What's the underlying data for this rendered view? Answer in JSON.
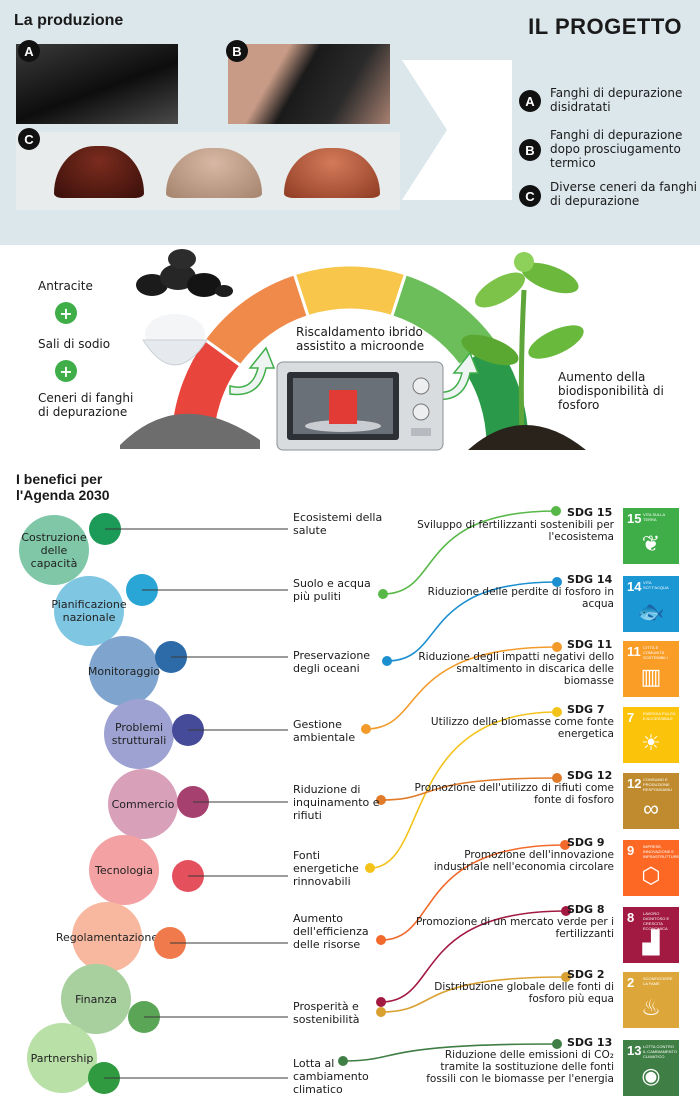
{
  "header": {
    "production_title": "La produzione",
    "project_title": "IL PROGETTO"
  },
  "photos": [
    {
      "badge": "A"
    },
    {
      "badge": "B"
    },
    {
      "badge": "C"
    }
  ],
  "legend": [
    {
      "badge": "A",
      "text": "Fanghi di depurazione disidratati"
    },
    {
      "badge": "B",
      "text": "Fanghi di depurazione dopo prosciugamento termico"
    },
    {
      "badge": "C",
      "text": "Diverse ceneri da fanghi di depurazione"
    }
  ],
  "process": {
    "ingredients": [
      "Antracite",
      "Sali di sodio",
      "Ceneri di fanghi di depurazione"
    ],
    "plus_symbol": "+",
    "heating": "Riscaldamento ibrido assistito a microonde",
    "result": "Aumento della biodisponibilità di fosforo",
    "arc_colors": [
      "#e8453c",
      "#f08a4b",
      "#f7c64a",
      "#6cbe5a",
      "#2a9a4a"
    ]
  },
  "benefits": {
    "title": "I benefici per l'Agenda 2030",
    "circles": [
      {
        "label": "Costruzione delle capacità",
        "color": "#7fc7a7",
        "dot": "#1c9a58"
      },
      {
        "label": "Pianificazione nazionale",
        "color": "#7fc6e3",
        "dot": "#2aa6d6"
      },
      {
        "label": "Monitoraggio",
        "color": "#7fa5cf",
        "dot": "#2d6aa8"
      },
      {
        "label": "Problemi strutturali",
        "color": "#9ea2d2",
        "dot": "#454a99"
      },
      {
        "label": "Commercio",
        "color": "#d9a0ba",
        "dot": "#a6406e"
      },
      {
        "label": "Tecnologia",
        "color": "#f3a1a3",
        "dot": "#e4505c"
      },
      {
        "label": "Regolamentazione",
        "color": "#f8b8a0",
        "dot": "#f07a4b"
      },
      {
        "label": "Finanza",
        "color": "#a8cf9e",
        "dot": "#5aa556"
      },
      {
        "label": "Partnership",
        "color": "#b9e0a6",
        "dot": "#2f9a3f"
      }
    ],
    "items": [
      "Ecosistemi della salute",
      "Suolo e acqua più puliti",
      "Preservazione degli oceani",
      "Gestione ambientale",
      "Riduzione di inquinamento e rifiuti",
      "Fonti energetiche rinnovabili",
      "Aumento dell'efficienza delle risorse",
      "Prosperità e sostenibilità",
      "Lotta al cambiamento climatico"
    ]
  },
  "sdgs": [
    {
      "code": "SDG 15",
      "text": "Sviluppo di fertilizzanti sostenibili per l'ecosistema",
      "num": "15",
      "tile_text": "VITA SULLA TERRA",
      "icon": "❦",
      "color": "#3fae49",
      "line": "#57b847"
    },
    {
      "code": "SDG 14",
      "text": "Riduzione delle perdite di fosforo in acqua",
      "num": "14",
      "tile_text": "VITA SOTT'ACQUA",
      "icon": "🐟",
      "color": "#1b97d4",
      "line": "#1b8fd0"
    },
    {
      "code": "SDG 11",
      "text": "Riduzione degli impatti negativi dello smaltimento in discarica delle biomasse",
      "num": "11",
      "tile_text": "CITTÀ E COMUNITÀ SOSTENIBILI",
      "icon": "▥",
      "color": "#f99d26",
      "line": "#f39b2a"
    },
    {
      "code": "SDG 7",
      "text": "Utilizzo delle biomasse come fonte energetica",
      "num": "7",
      "tile_text": "ENERGIA PULITA E ACCESSIBILE",
      "icon": "☀",
      "color": "#fcc30b",
      "line": "#f4c31a"
    },
    {
      "code": "SDG 12",
      "text": "Promozione dell'utilizzo di rifiuti come fonte di fosforo",
      "num": "12",
      "tile_text": "CONSUMO E PRODUZIONE RESPONSABILI",
      "icon": "∞",
      "color": "#bf8b2e",
      "line": "#e07b2a"
    },
    {
      "code": "SDG 9",
      "text": "Promozione dell'innovazione industriale nell'economia circolare",
      "num": "9",
      "tile_text": "IMPRESE, INNOVAZIONE E INFRASTRUTTURE",
      "icon": "⬡",
      "color": "#fd6925",
      "line": "#f2692c"
    },
    {
      "code": "SDG 8",
      "text": "Promozione di un mercato verde per i fertilizzanti",
      "num": "8",
      "tile_text": "LAVORO DIGNITOSO E CRESCITA ECONOMICA",
      "icon": "▟",
      "color": "#a21942",
      "line": "#a21942"
    },
    {
      "code": "SDG 2",
      "text": "Distribuzione globale delle fonti di fosforo più equa",
      "num": "2",
      "tile_text": "SCONFIGGERE LA FAME",
      "icon": "♨",
      "color": "#dda63a",
      "line": "#d9a032"
    },
    {
      "code": "SDG 13",
      "text": "Riduzione delle emissioni di CO₂ tramite la sostituzione delle fonti fossili con le biomasse per l'energia",
      "num": "13",
      "tile_text": "LOTTA CONTRO IL CAMBIAMENTO CLIMATICO",
      "icon": "◉",
      "color": "#3f7e44",
      "line": "#3f7e44"
    }
  ]
}
